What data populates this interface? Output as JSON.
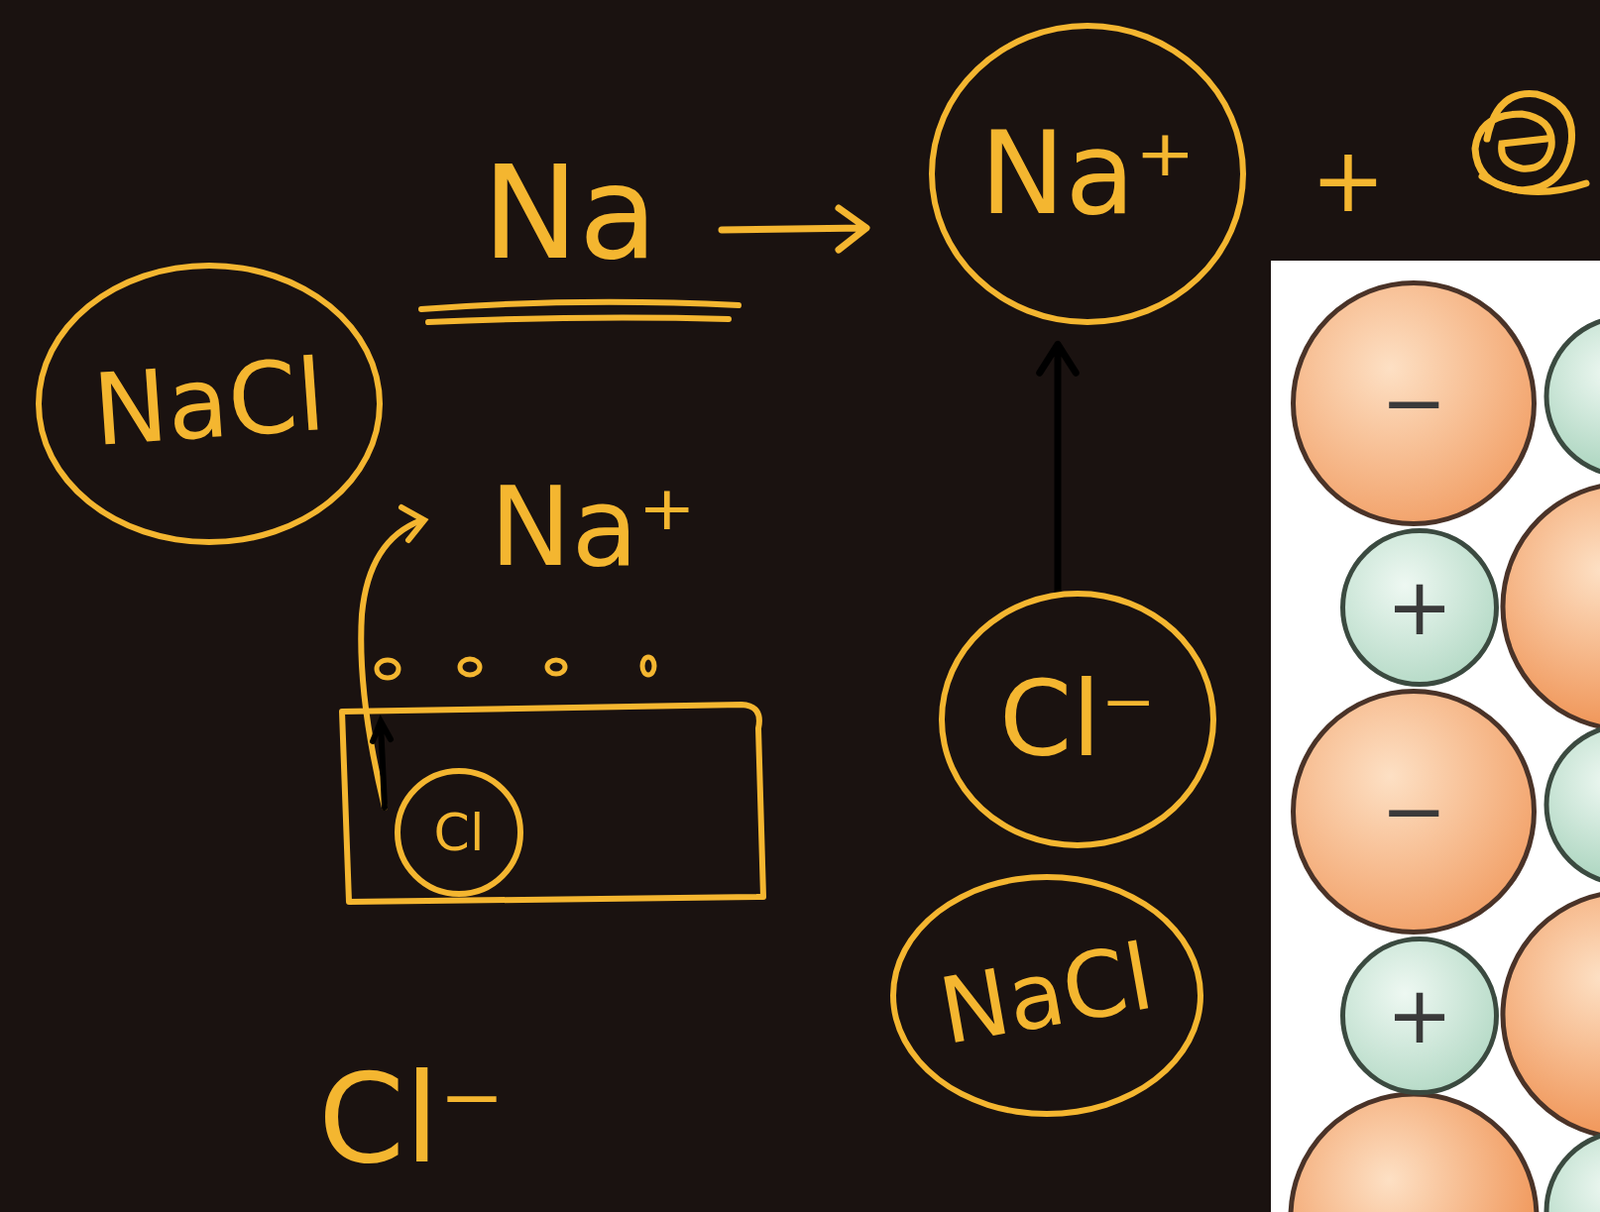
{
  "diagram": {
    "nodes": [
      {
        "text": [
          "NaCl"
        ]
      },
      {
        "text": [
          "Na⁺"
        ]
      },
      {
        "text": [
          "Cl"
        ]
      },
      {
        "text": [
          "Cl⁻"
        ]
      },
      {
        "text": [
          "NaCl"
        ]
      },
      {
        "text": [
          "−"
        ]
      },
      {
        "text": [
          "+"
        ]
      },
      {
        "text": [
          "−"
        ]
      },
      {
        "text": [
          "+"
        ]
      }
    ],
    "edges": [
      {
        "from": 3,
        "to": 1,
        "arrow": "to"
      }
    ],
    "labels": [
      "Na",
      "+",
      "Na⁺",
      "Cl⁻"
    ]
  }
}
